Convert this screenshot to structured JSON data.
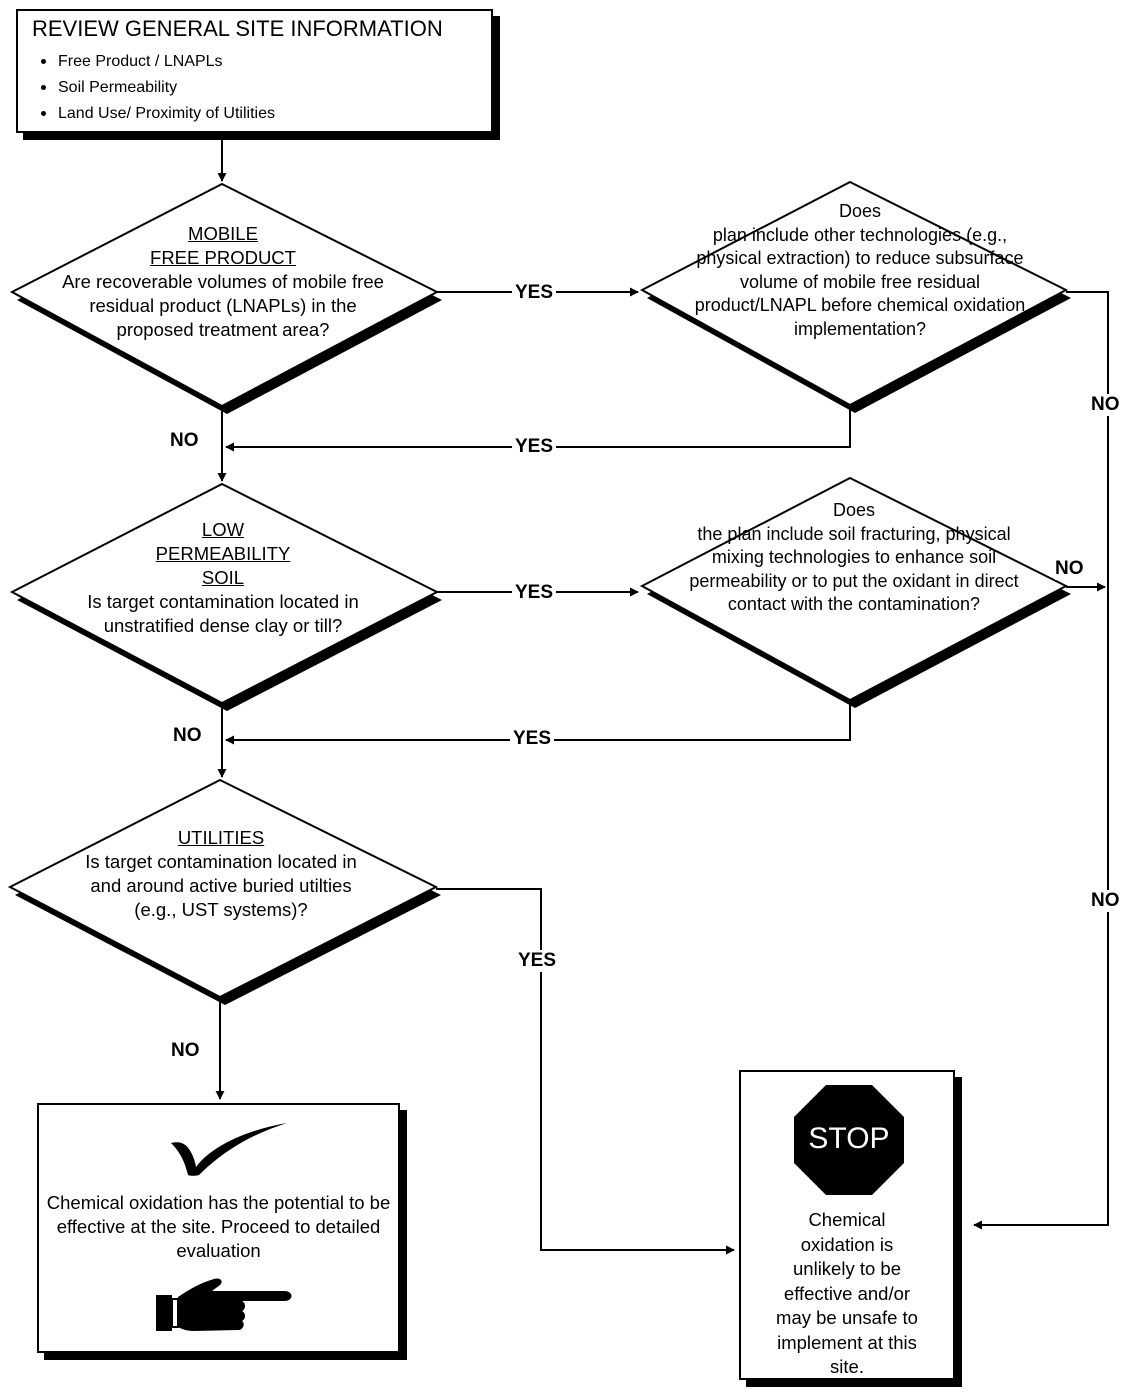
{
  "start": {
    "title": "REVIEW GENERAL SITE INFORMATION",
    "bullets": [
      "Free Product / LNAPLs",
      "Soil Permeability",
      "Land Use/ Proximity of Utilities"
    ]
  },
  "q1": {
    "heading_line1": "MOBILE",
    "heading_line2": "FREE PRODUCT",
    "question": "Are recoverable volumes of mobile free residual product (LNAPLs) in the proposed treatment area?"
  },
  "q1b": {
    "question_line1": "Does",
    "question": "plan include other technologies (e.g., physical extraction) to reduce subsurface volume of mobile free residual product/LNAPL before chemical oxidation implementation?"
  },
  "q2": {
    "heading_line1": "LOW",
    "heading_line2": "PERMEABILITY",
    "heading_line3": "SOIL",
    "question": "Is target contamination located in unstratified dense clay or till?"
  },
  "q2b": {
    "question_line1": "Does",
    "question": "the plan include soil fracturing, physical mixing technologies to enhance soil permeability or to put the oxidant in direct contact with the contamination?"
  },
  "q3": {
    "heading": "UTILITIES",
    "question": "Is target contamination located in and around active buried utilties (e.g., UST systems)?"
  },
  "labels": {
    "yes": "YES",
    "no": "NO"
  },
  "outcome_ok": {
    "text": "Chemical oxidation has the potential to be effective at the site. Proceed to detailed evaluation",
    "icons": [
      "checkmark-icon",
      "pointing-hand-icon"
    ]
  },
  "outcome_stop": {
    "sign": "STOP",
    "text": "Chemical oxidation is unlikely to be effective and/or may be unsafe to implement at this site.",
    "icons": [
      "stop-sign-icon"
    ]
  }
}
